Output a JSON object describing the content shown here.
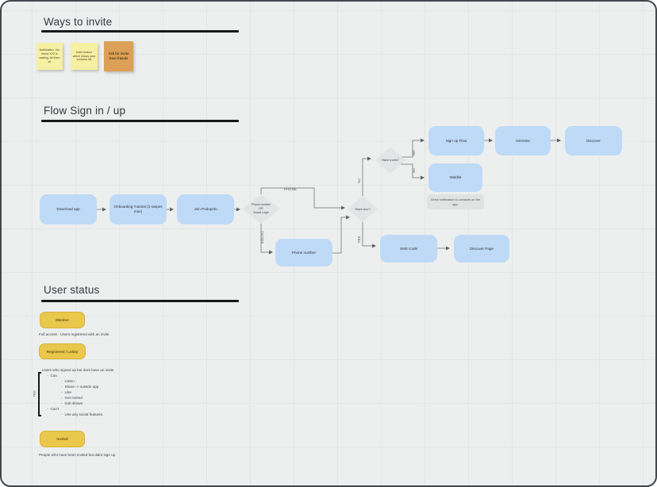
{
  "palette": {
    "canvas_bg": "#edefef",
    "grid_line": "#e3e6e6",
    "frame_border": "#43484c",
    "flow_box_blue": "#bedaf6",
    "sticky_yellow": "#f6f0a2",
    "sticky_orange": "#dca157",
    "pill_yellow": "#e9c84c",
    "diamond_gray": "#e2e4e6"
  },
  "ways_to_invite": {
    "title": "Ways to invite",
    "sticky_notes": [
      {
        "text": "Notification: You friend XYZ is waiting, let them in!",
        "color": "#f6f0a2"
      },
      {
        "text": "Invite feature which shows your contacts list",
        "color": "#f6f0a2"
      },
      {
        "text": "Ask for invite from friends",
        "color": "#dca157"
      }
    ]
  },
  "flow": {
    "title": "Flow Sign in / up",
    "nodes": {
      "download_app": "Download app",
      "onboarding": "Onboarding Tutorial (3 swipes max)",
      "join_podopolo": "Join Podopolo",
      "method_decision_line1": "Phone number",
      "method_decision_line2": "OR",
      "method_decision_line3": "Social Login",
      "have_acc": "Have Acc?",
      "have_invite": "Have invite?",
      "sign_up_flow": "Sign up Flow",
      "interests": "Interests",
      "discover": "Discover",
      "waitlist": "Waitlist",
      "waitlist_note": "Send notification to contacts on the app.",
      "phone_number": "Phone number",
      "sms_code": "SMS Code",
      "discover_page": "Discover Page"
    },
    "edge_labels": {
      "phone": "PHONE",
      "social": "SOCIAL",
      "no_account": "No",
      "yes_invite": "Yes",
      "no_invite": "No",
      "yes_account": "YES"
    }
  },
  "user_status": {
    "title": "User status",
    "member": {
      "pill": "Member",
      "description": "Full access  - Users registered with an invite"
    },
    "registered": {
      "pill": "Registered / Lobby",
      "intro": "Users who signed up but dont have an invite",
      "can_label": "Can",
      "can_items": [
        "Listen",
        "Share -> outside app",
        "Like",
        "Get Invited",
        "Sub shows"
      ],
      "cant_label": "Can't",
      "cant_items": [
        "Use any social features"
      ],
      "bracket_label": "TBD"
    },
    "invited": {
      "pill": "Invited",
      "description": "People who have been invited but didnt sign up"
    }
  }
}
